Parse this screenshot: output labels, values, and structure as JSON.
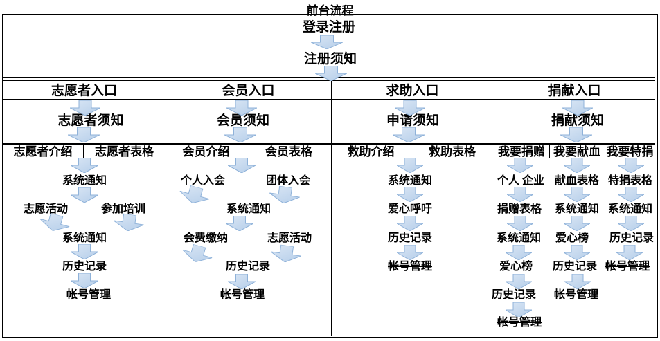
{
  "title": "前台流程",
  "top": {
    "login": "登录注册",
    "register_notice": "注册须知"
  },
  "columns": [
    {
      "entrance": "志愿者入口",
      "notice": "志愿者须知",
      "cells": [
        "志愿者介绍",
        "志愿者表格"
      ]
    },
    {
      "entrance": "会员入口",
      "notice": "会员须知",
      "cells": [
        "会员介绍",
        "会员表格"
      ]
    },
    {
      "entrance": "求助入口",
      "notice": "申请须知",
      "cells": [
        "救助介绍",
        "救助表格"
      ]
    },
    {
      "entrance": "捐献入口",
      "notice": "捐献须知",
      "cells": [
        "我要捐赠",
        "我要献血",
        "我要特捐"
      ]
    }
  ],
  "volunteer_flow": {
    "r1": "系统通知",
    "r2_left": "志愿活动",
    "r2_right": "参加培训",
    "r3": "系统通知",
    "r4": "历史记录",
    "r5": "帐号管理"
  },
  "member_flow": {
    "r1_left": "个人入会",
    "r1_right": "团体入会",
    "r2": "系统通知",
    "r3_left": "会费缴纳",
    "r3_right": "志愿活动",
    "r4": "历史记录",
    "r5": "帐号管理"
  },
  "help_flow": {
    "r1": "系统通知",
    "r2": "爱心呼吁",
    "r3": "历史记录",
    "r4": "帐号管理"
  },
  "donation_flow": {
    "donate": {
      "r1": "个人 企业",
      "r2": "捐赠表格",
      "r3": "系统通知",
      "r4": "爱心榜",
      "r5": "历史记录",
      "r6": "帐号管理"
    },
    "blood": {
      "r1": "献血表格",
      "r2": "系统通知",
      "r3": "爱心榜",
      "r4": "历史记录",
      "r5": "帐号管理"
    },
    "special": {
      "r1": "特捐表格",
      "r2": "系统通知",
      "r3": "历史记录",
      "r4": "帐号管理"
    }
  },
  "colors": {
    "arrow_fill_light": "#dbe7f5",
    "arrow_fill_dark": "#b4cde9",
    "arrow_stroke": "#8fb2d9",
    "border": "#000000"
  }
}
